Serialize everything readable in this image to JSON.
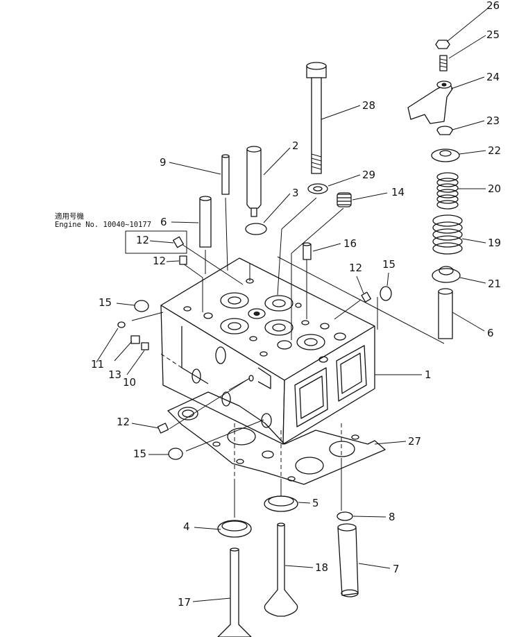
{
  "note": {
    "title": "適用号機",
    "engine": "Engine No. 10040~10177"
  },
  "callouts": [
    {
      "id": "c1",
      "label": "1"
    },
    {
      "id": "c2",
      "label": "2"
    },
    {
      "id": "c3",
      "label": "3"
    },
    {
      "id": "c4",
      "label": "4"
    },
    {
      "id": "c5",
      "label": "5"
    },
    {
      "id": "c6a",
      "label": "6"
    },
    {
      "id": "c6b",
      "label": "6"
    },
    {
      "id": "c7",
      "label": "7"
    },
    {
      "id": "c8",
      "label": "8"
    },
    {
      "id": "c9",
      "label": "9"
    },
    {
      "id": "c10",
      "label": "10"
    },
    {
      "id": "c11",
      "label": "11"
    },
    {
      "id": "c12a",
      "label": "12"
    },
    {
      "id": "c12b",
      "label": "12"
    },
    {
      "id": "c12c",
      "label": "12"
    },
    {
      "id": "c12d",
      "label": "12"
    },
    {
      "id": "c13",
      "label": "13"
    },
    {
      "id": "c14",
      "label": "14"
    },
    {
      "id": "c15a",
      "label": "15"
    },
    {
      "id": "c15b",
      "label": "15"
    },
    {
      "id": "c15c",
      "label": "15"
    },
    {
      "id": "c16",
      "label": "16"
    },
    {
      "id": "c17",
      "label": "17"
    },
    {
      "id": "c18",
      "label": "18"
    },
    {
      "id": "c19",
      "label": "19"
    },
    {
      "id": "c20",
      "label": "20"
    },
    {
      "id": "c21",
      "label": "21"
    },
    {
      "id": "c22",
      "label": "22"
    },
    {
      "id": "c23",
      "label": "23"
    },
    {
      "id": "c24",
      "label": "24"
    },
    {
      "id": "c25",
      "label": "25"
    },
    {
      "id": "c26",
      "label": "26"
    },
    {
      "id": "c27",
      "label": "27"
    },
    {
      "id": "c28",
      "label": "28"
    },
    {
      "id": "c29",
      "label": "29"
    }
  ]
}
